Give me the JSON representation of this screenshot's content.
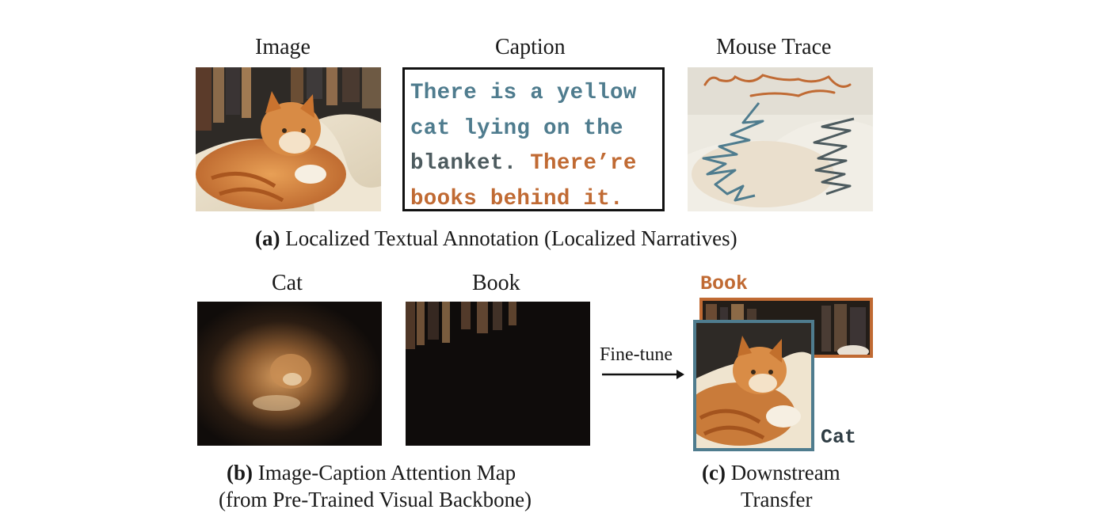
{
  "section_a": {
    "labels": {
      "image": "Image",
      "caption": "Caption",
      "mouse_trace": "Mouse Trace"
    },
    "caption_text": {
      "line1": "There is a yellow",
      "line2": "cat lying on the",
      "line3_grey": "blanket. ",
      "line3_orange": "There’re",
      "line4": "books behind it."
    },
    "figure_caption": {
      "tag": "(a)",
      "text": " Localized Textual Annotation (Localized Narratives)"
    }
  },
  "section_b": {
    "labels": {
      "cat": "Cat",
      "book": "Book"
    },
    "figure_caption": {
      "tag": "(b)",
      "text": " Image-Caption Attention Map",
      "line2": "(from Pre-Trained Visual Backbone)"
    }
  },
  "arrow_label": "Fine-tune",
  "section_c": {
    "box_labels": {
      "book": "Book",
      "cat": "Cat"
    },
    "figure_caption": {
      "tag": "(c)",
      "text": " Downstream",
      "line2": "Transfer"
    }
  },
  "colors": {
    "cat_blue": "#4f7c8e",
    "book_orange": "#c06a33",
    "text_grey": "#4d5b5f"
  },
  "icons": [
    "cat-photo",
    "mouse-trace-photo",
    "attention-map-cat",
    "attention-map-book",
    "arrow-right-icon",
    "detection-crop"
  ]
}
